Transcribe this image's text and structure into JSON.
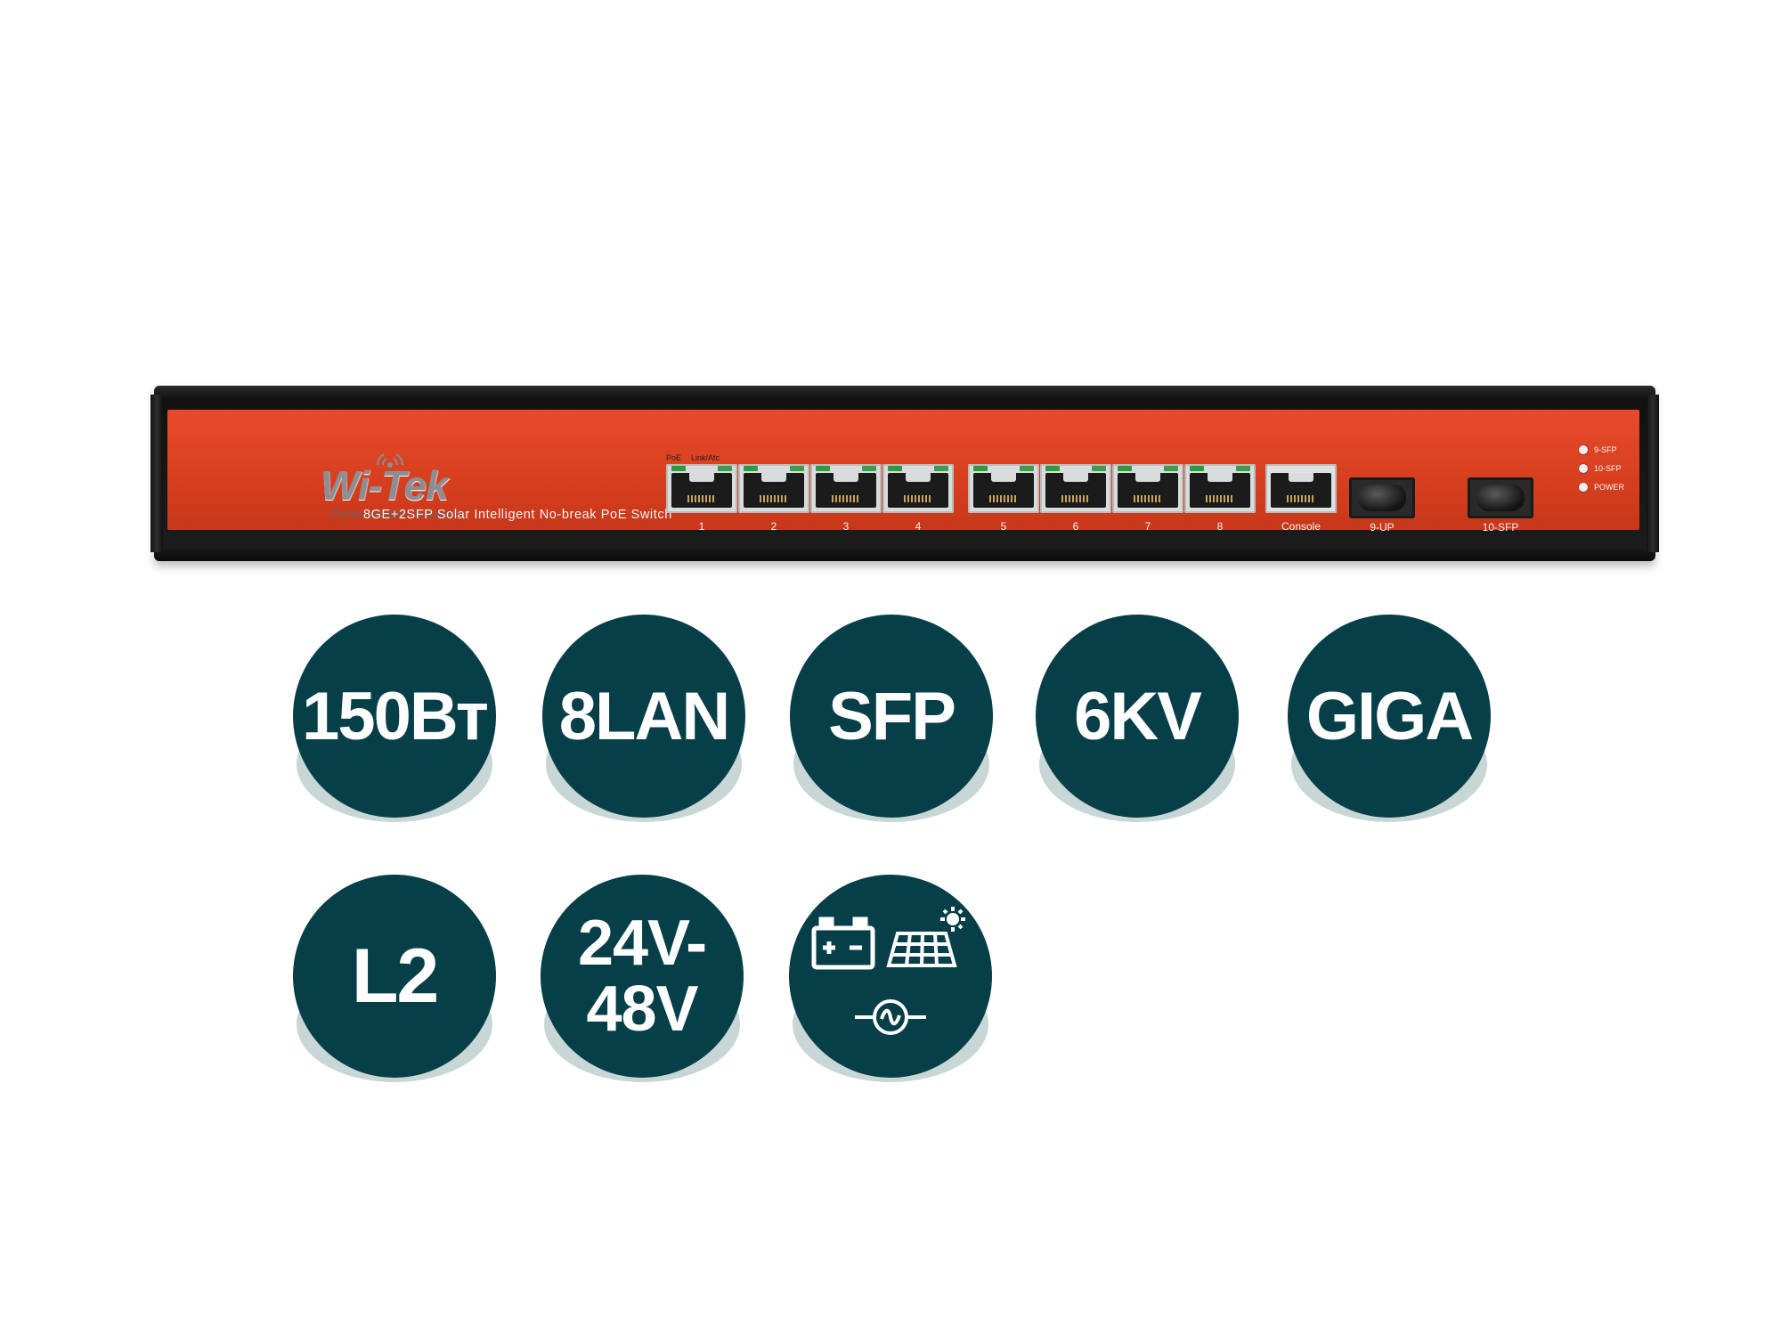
{
  "device": {
    "logo": "Wi-Tek",
    "logo_tagline": "Communication Solution",
    "model": "8GE+2SFP Solar Intelligent No-break PoE Switch",
    "led_labels": [
      "PoE",
      "Link/Atc"
    ],
    "ports": [
      "1",
      "2",
      "3",
      "4",
      "5",
      "6",
      "7",
      "8"
    ],
    "console": "Console",
    "sfp_ports": [
      "9-UP",
      "10-SFP"
    ],
    "status_leds": [
      "9-SFP",
      "10-SFP",
      "POWER"
    ]
  },
  "badges": {
    "row1": [
      "150Вт",
      "8LAN",
      "SFP",
      "6KV",
      "GIGA"
    ],
    "row2": [
      "L2",
      "24V-48V"
    ],
    "power_sources_icons": [
      "battery-icon",
      "solar-panel-icon",
      "ac-power-icon"
    ]
  },
  "colors": {
    "faceplate": "#d7401f",
    "badge": "#073f49",
    "badge_shadow": "#c8d6d6"
  }
}
